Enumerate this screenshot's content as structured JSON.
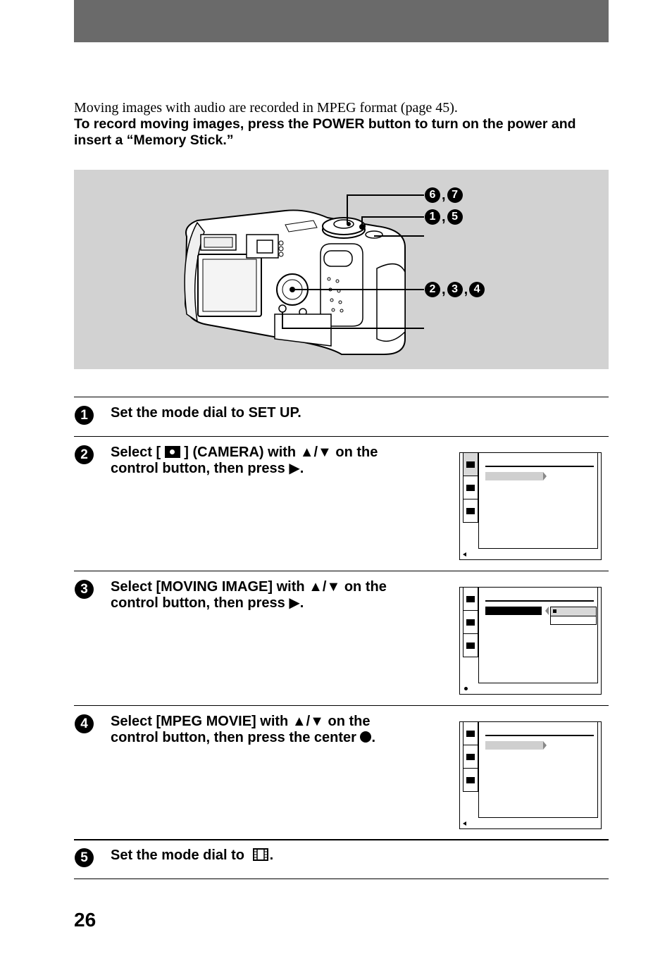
{
  "intro": {
    "lead": "Moving images with audio are recorded in MPEG format (page 45).",
    "instruction": "To record moving images, press the POWER button to turn on the power and insert a “Memory Stick.”"
  },
  "figure": {
    "callouts": [
      {
        "nums": [
          "6",
          "7"
        ]
      },
      {
        "nums": [
          "1",
          "5"
        ]
      },
      {
        "nums": [
          "2",
          "3",
          "4"
        ]
      }
    ]
  },
  "steps": [
    {
      "num": "1",
      "text": "Set the mode dial to SET UP."
    },
    {
      "num": "2",
      "line1_a": "Select [",
      "line1_b": "] (CAMERA) with ▲/▼ on the",
      "line2": "control button, then press ▶."
    },
    {
      "num": "3",
      "line1": "Select [MOVING IMAGE] with ▲/▼ on the",
      "line2": "control button, then press ▶."
    },
    {
      "num": "4",
      "line1": "Select [MPEG MOVIE] with ▲/▼ on the",
      "line2_a": "control button, then press the center",
      "line2_b": "."
    },
    {
      "num": "5",
      "text_a": "Set the mode dial to",
      "text_b": "."
    }
  ],
  "page_number": "26",
  "colors": {
    "header_bar": "#6a6a6a",
    "figure_bg": "#d2d2d2",
    "menu_highlight": "#cfcfcf"
  }
}
